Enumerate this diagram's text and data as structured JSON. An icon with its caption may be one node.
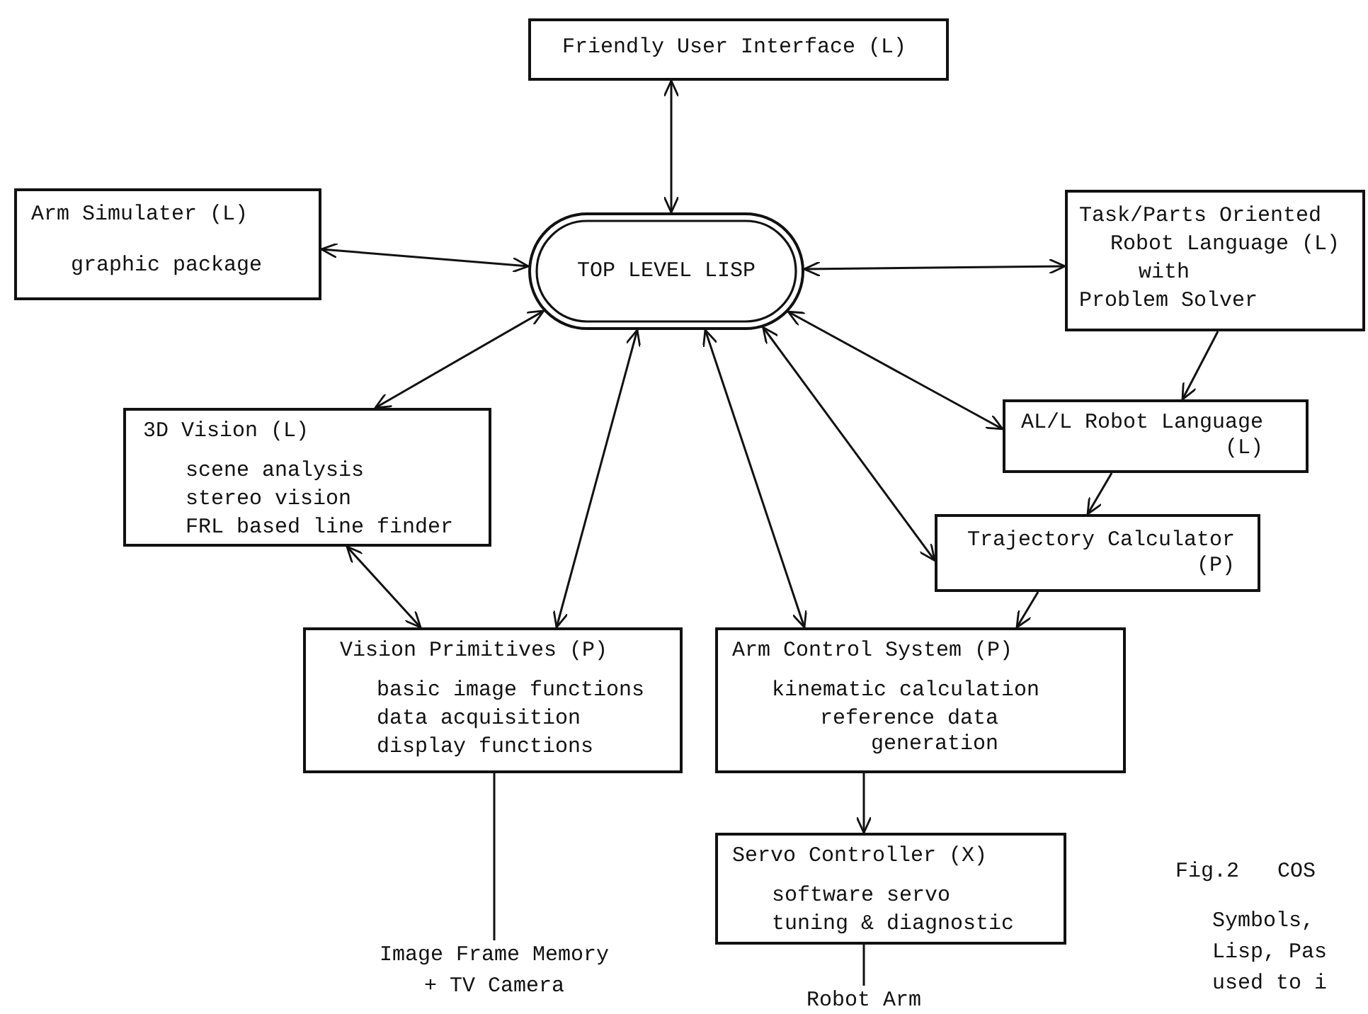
{
  "diagram": {
    "caption": "Fig.2 COS",
    "nodes": [
      {
        "text": [
          "Friendly User Interface (L)"
        ]
      },
      {
        "text": [
          "Arm Simulater (L)",
          "graphic package"
        ]
      },
      {
        "text": [
          "TOP LEVEL LISP"
        ]
      },
      {
        "text": [
          "Task/Parts Oriented",
          "Robot Language (L)",
          "with",
          "Problem Solver"
        ]
      },
      {
        "text": [
          "3D Vision (L)",
          "scene analysis",
          "stereo vision",
          "FRL based line finder"
        ]
      },
      {
        "text": [
          "AL/L Robot Language (L)"
        ]
      },
      {
        "text": [
          "Trajectory Calculator (P)"
        ]
      },
      {
        "text": [
          "Vision Primitives (P)",
          "basic image functions",
          "data acquisition",
          "display functions"
        ]
      },
      {
        "text": [
          "Arm Control System (P)",
          "kinematic calculation",
          "reference data generation"
        ]
      },
      {
        "text": [
          "Servo Controller (X)",
          "software servo",
          "tuning & diagnostic"
        ]
      },
      {
        "text": [
          "Image Frame Memory + TV Camera"
        ]
      },
      {
        "text": [
          "Robot Arm"
        ]
      }
    ],
    "edges": [
      {
        "from": 2,
        "to": 0,
        "arrow": "both"
      },
      {
        "from": 1,
        "to": 2,
        "arrow": "both"
      },
      {
        "from": 2,
        "to": 3,
        "arrow": "both"
      },
      {
        "from": 2,
        "to": 4,
        "arrow": "both"
      },
      {
        "from": 2,
        "to": 7,
        "arrow": "both"
      },
      {
        "from": 2,
        "to": 8,
        "arrow": "both"
      },
      {
        "from": 2,
        "to": 6,
        "arrow": "both"
      },
      {
        "from": 2,
        "to": 5,
        "arrow": "both"
      },
      {
        "from": 3,
        "to": 5,
        "arrow": "to"
      },
      {
        "from": 5,
        "to": 6,
        "arrow": "to"
      },
      {
        "from": 6,
        "to": 8,
        "arrow": "to"
      },
      {
        "from": 8,
        "to": 9,
        "arrow": "to"
      },
      {
        "from": 4,
        "to": 7,
        "arrow": "both"
      },
      {
        "from": 7,
        "to": 10,
        "arrow": "none"
      },
      {
        "from": 9,
        "to": 11,
        "arrow": "none"
      }
    ],
    "labels": [
      "Symbols, Lisp, Pas used to i"
    ]
  }
}
